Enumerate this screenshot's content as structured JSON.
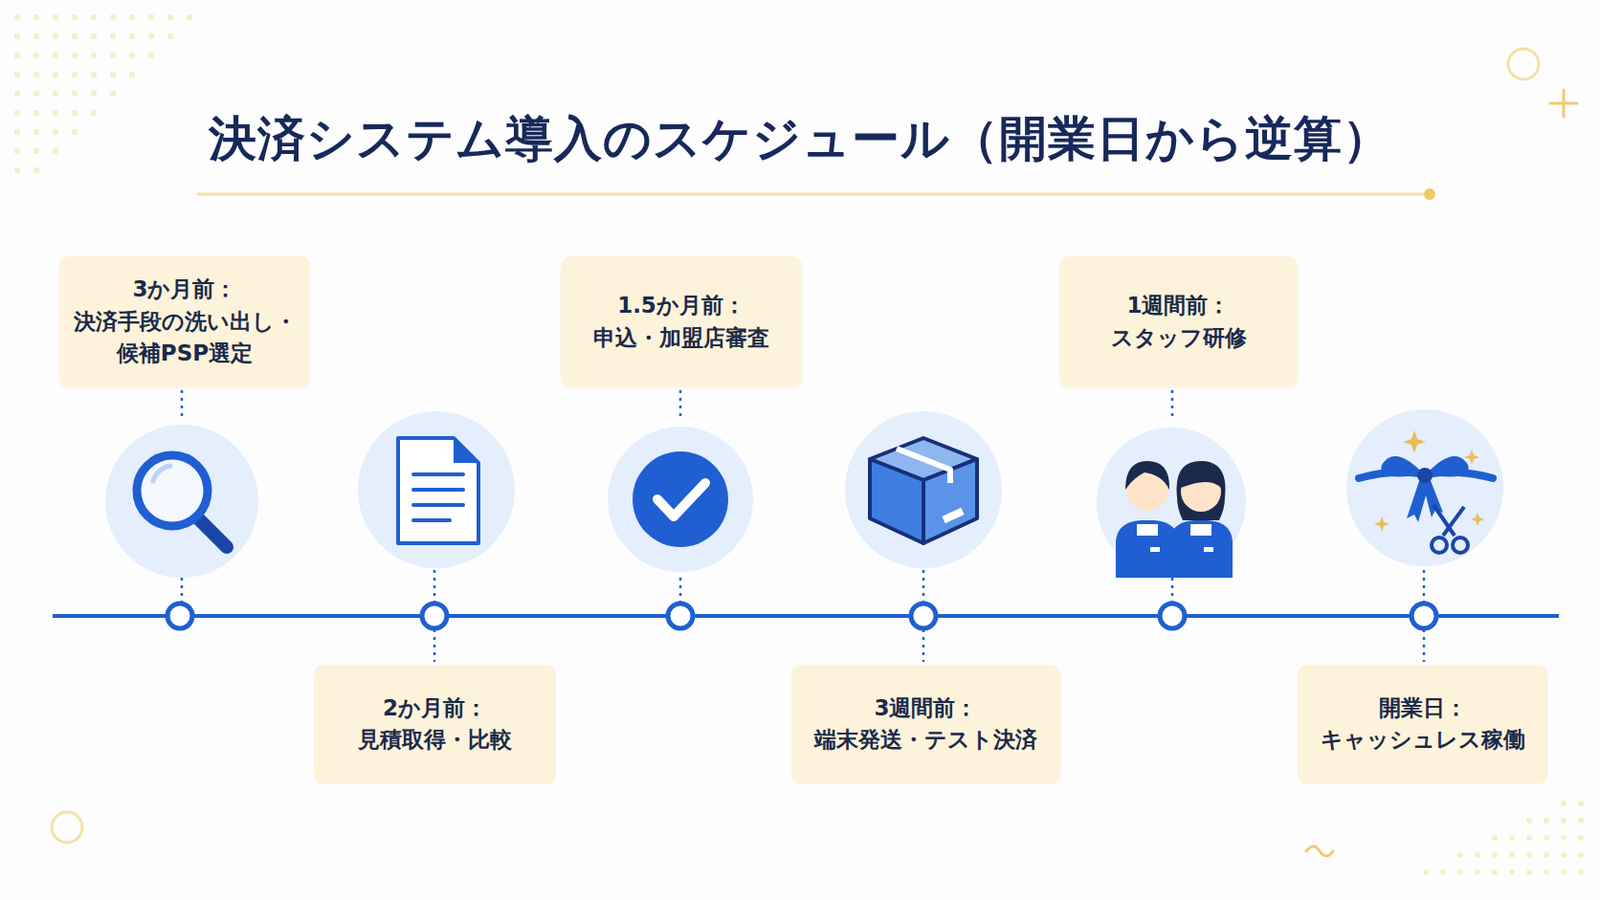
{
  "diagram": {
    "title": "決済システム導入のスケジュール（開業日から逆算）",
    "nodes": [
      {
        "text": [
          "3か月前：",
          "決済手段の洗い出し・候補PSP選定"
        ]
      },
      {
        "text": [
          "2か月前：",
          "見積取得・比較"
        ]
      },
      {
        "text": [
          "1.5か月前：",
          "申込・加盟店審査"
        ]
      },
      {
        "text": [
          "3週間前：",
          "端末発送・テスト決済"
        ]
      },
      {
        "text": [
          "1週間前：",
          "スタッフ研修"
        ]
      },
      {
        "text": [
          "開業日：",
          "キャッシュレス稼働"
        ]
      }
    ]
  }
}
